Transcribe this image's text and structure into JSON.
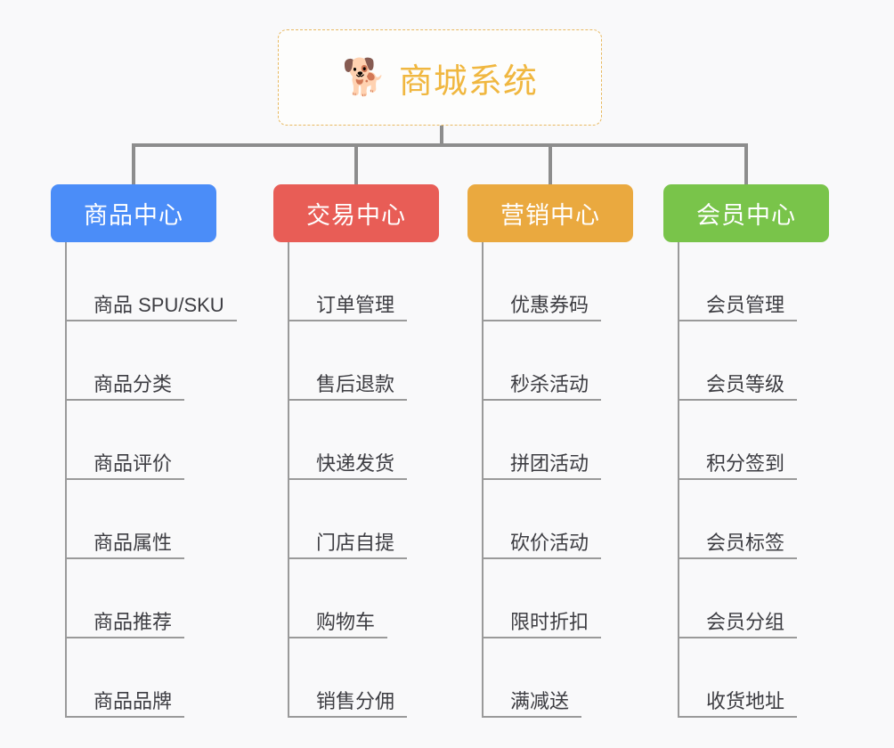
{
  "canvas": {
    "background": "#f9f9fa",
    "connector_color": "#8d8d8d",
    "item_line_color": "#9a9a9a",
    "item_text_color": "#3d3d42"
  },
  "root": {
    "icon": "shiba-dog-face-emoji",
    "emoji": "🐕",
    "title": "商城系统",
    "text_color": "#f0b740",
    "border_color": "#e8b961",
    "fill": "#fdfdfc"
  },
  "branches": [
    {
      "id": "product-center",
      "label": "商品中心",
      "color": "#4b8df8",
      "label_color": "#ffffff",
      "items": [
        "商品 SPU/SKU",
        "商品分类",
        "商品评价",
        "商品属性",
        "商品推荐",
        "商品品牌"
      ]
    },
    {
      "id": "trade-center",
      "label": "交易中心",
      "color": "#e85d56",
      "label_color": "#ffffff",
      "items": [
        "订单管理",
        "售后退款",
        "快递发货",
        "门店自提",
        "购物车",
        "销售分佣"
      ]
    },
    {
      "id": "marketing-center",
      "label": "营销中心",
      "color": "#eaa93f",
      "label_color": "#ffffff",
      "items": [
        "优惠券码",
        "秒杀活动",
        "拼团活动",
        "砍价活动",
        "限时折扣",
        "满减送"
      ]
    },
    {
      "id": "member-center",
      "label": "会员中心",
      "color": "#79c44a",
      "label_color": "#ffffff",
      "items": [
        "会员管理",
        "会员等级",
        "积分签到",
        "会员标签",
        "会员分组",
        "收货地址"
      ]
    }
  ]
}
